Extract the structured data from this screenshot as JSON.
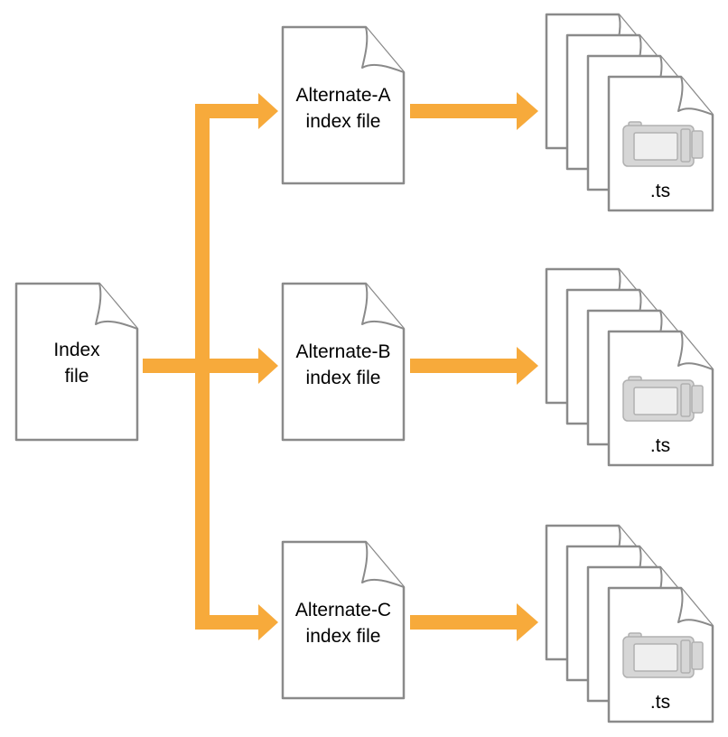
{
  "diagram": {
    "colors": {
      "arrow": "#F7AA3B",
      "doc_stroke": "#8A8A8A",
      "doc_fill": "#FFFFFF",
      "camera_fill": "#D6D6D6",
      "camera_stroke": "#B0B0B0"
    },
    "index_file": {
      "line1": "Index",
      "line2": "file"
    },
    "alternates": [
      {
        "line1": "Alternate-A",
        "line2": "index file",
        "segment_label": ".ts",
        "segment_icon": "video-camera-icon"
      },
      {
        "line1": "Alternate-B",
        "line2": "index file",
        "segment_label": ".ts",
        "segment_icon": "video-camera-icon"
      },
      {
        "line1": "Alternate-C",
        "line2": "index file",
        "segment_label": ".ts",
        "segment_icon": "video-camera-icon"
      }
    ]
  }
}
